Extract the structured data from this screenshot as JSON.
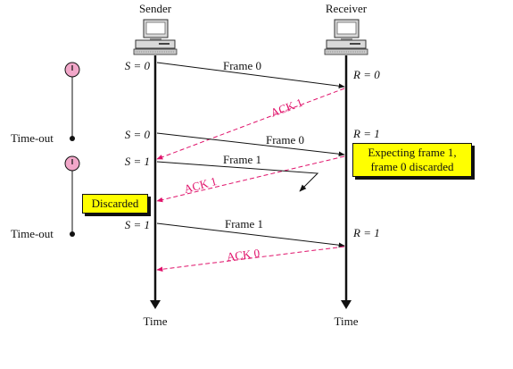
{
  "sender_label": "Sender",
  "receiver_label": "Receiver",
  "time_left": "Time",
  "time_right": "Time",
  "timeout_labels": [
    "Time-out",
    "Time-out"
  ],
  "sender_states": [
    "S = 0",
    "S = 0",
    "S = 1",
    "S = 1"
  ],
  "receiver_states": [
    "R = 0",
    "R = 1",
    "R = 1"
  ],
  "messages": {
    "frame1": "Frame 0",
    "ack1": "ACK 1",
    "frame2": "Frame 0",
    "frame3": "Frame 1",
    "ack2": "ACK 1",
    "frame4": "Frame 1",
    "ack3": "ACK 0"
  },
  "notes": {
    "expecting_line1": "Expecting frame 1,",
    "expecting_line2": "frame 0 discarded",
    "discarded": "Discarded"
  },
  "colors": {
    "ack": "#e0136b",
    "note_bg": "#ffff00",
    "clock": "#f2a7c9"
  }
}
